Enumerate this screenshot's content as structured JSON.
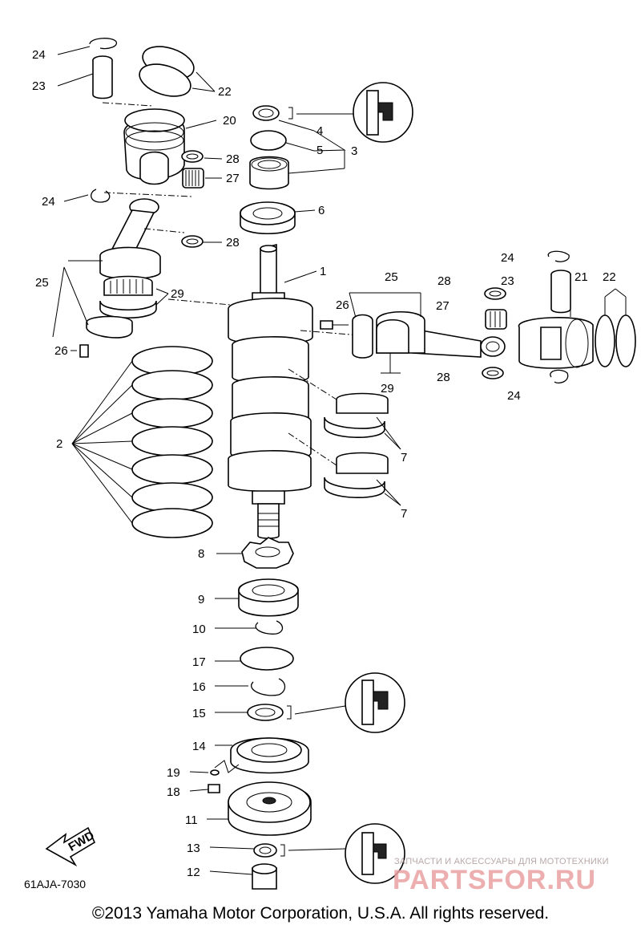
{
  "diagram": {
    "callouts": [
      {
        "id": "c24a",
        "text": "24"
      },
      {
        "id": "c23a",
        "text": "23"
      },
      {
        "id": "c22a",
        "text": "22"
      },
      {
        "id": "c20",
        "text": "20"
      },
      {
        "id": "c4",
        "text": "4"
      },
      {
        "id": "c5",
        "text": "5"
      },
      {
        "id": "c3",
        "text": "3"
      },
      {
        "id": "c28a",
        "text": "28"
      },
      {
        "id": "c27a",
        "text": "27"
      },
      {
        "id": "c24b",
        "text": "24"
      },
      {
        "id": "c6",
        "text": "6"
      },
      {
        "id": "c28b",
        "text": "28"
      },
      {
        "id": "c24c",
        "text": "24"
      },
      {
        "id": "c1",
        "text": "1"
      },
      {
        "id": "c25a",
        "text": "25"
      },
      {
        "id": "c25b",
        "text": "25"
      },
      {
        "id": "c28c",
        "text": "28"
      },
      {
        "id": "c23b",
        "text": "23"
      },
      {
        "id": "c21",
        "text": "21"
      },
      {
        "id": "c22b",
        "text": "22"
      },
      {
        "id": "c29a",
        "text": "29"
      },
      {
        "id": "c26a",
        "text": "26"
      },
      {
        "id": "c27b",
        "text": "27"
      },
      {
        "id": "c26b",
        "text": "26"
      },
      {
        "id": "c29b",
        "text": "29"
      },
      {
        "id": "c28d",
        "text": "28"
      },
      {
        "id": "c24d",
        "text": "24"
      },
      {
        "id": "c2",
        "text": "2"
      },
      {
        "id": "c7a",
        "text": "7"
      },
      {
        "id": "c7b",
        "text": "7"
      },
      {
        "id": "c8",
        "text": "8"
      },
      {
        "id": "c9",
        "text": "9"
      },
      {
        "id": "c10",
        "text": "10"
      },
      {
        "id": "c17",
        "text": "17"
      },
      {
        "id": "c16",
        "text": "16"
      },
      {
        "id": "c15",
        "text": "15"
      },
      {
        "id": "c14",
        "text": "14"
      },
      {
        "id": "c19",
        "text": "19"
      },
      {
        "id": "c18",
        "text": "18"
      },
      {
        "id": "c11",
        "text": "11"
      },
      {
        "id": "c13",
        "text": "13"
      },
      {
        "id": "c12",
        "text": "12"
      }
    ],
    "fwd_label": "FWD",
    "diagram_code": "61AJA-7030",
    "copyright": "©2013 Yamaha Motor Corporation, U.S.A. All rights reserved.",
    "watermark_tagline": "ЗАПЧАСТИ И АКСЕССУАРЫ ДЛЯ МОТОТЕХНИКИ",
    "watermark_logo": "PARTSFOR.RU"
  }
}
